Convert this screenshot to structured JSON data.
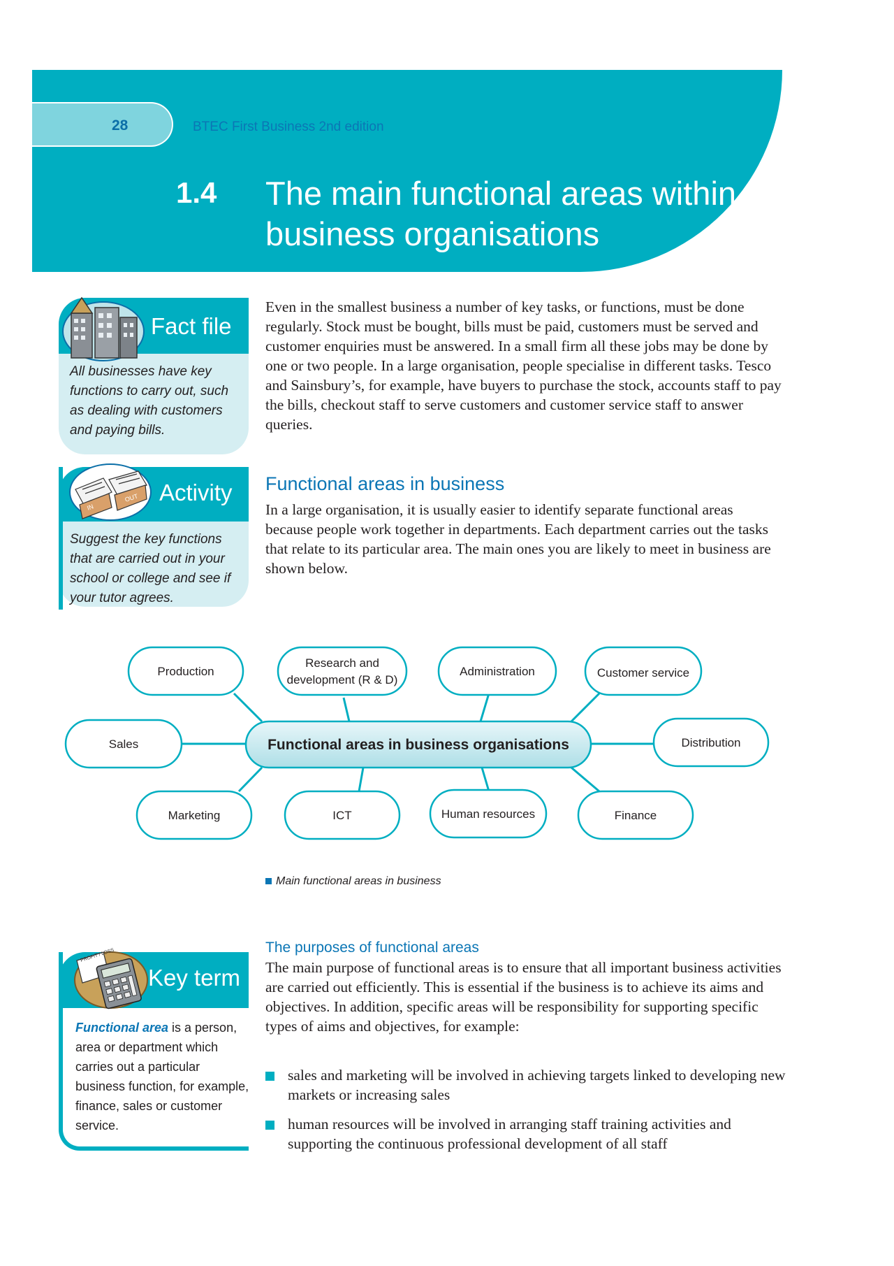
{
  "header": {
    "page_number": "28",
    "book_title": "BTEC First Business 2nd edition",
    "section_number": "1.4",
    "section_title": "The main functional areas within business organisations"
  },
  "fact_file": {
    "title": "Fact file",
    "icon": "office-buildings-icon",
    "text": "All businesses have key functions to carry out, such as dealing with customers and paying bills."
  },
  "activity": {
    "title": "Activity",
    "icon": "in-out-trays-icon",
    "tray_in": "IN",
    "tray_out": "OUT",
    "text": "Suggest the key functions that are carried out in your school or college and see if your tutor agrees."
  },
  "key_term": {
    "title": "Key term",
    "icon": "calculator-icon",
    "icon_label": "PROFIT / LOSS",
    "term": "Functional area",
    "definition": " is a person, area or department which carries out a particular business function, for example, finance, sales or customer service."
  },
  "intro": {
    "text": "Even in the smallest business a number of key tasks, or functions, must be done regularly. Stock must be bought, bills must be paid, customers must be served and customer enquiries must be answered. In a small firm all these jobs may be done by one or two people. In a large organisation, people specialise in different tasks. Tesco and Sainsbury’s, for example, have buyers to purchase the stock, accounts staff to pay the bills, checkout staff to serve customers and customer service staff to answer queries."
  },
  "functional_areas": {
    "heading": "Functional areas in business",
    "text": "In a large organisation, it is usually easier to identify separate functional areas because people work together in departments. Each department carries out the tasks that relate to its particular area. The main ones you are likely to meet in business are shown below."
  },
  "diagram": {
    "center": "Functional areas in business organisations",
    "nodes": {
      "production": "Production",
      "rnd_line1": "Research and",
      "rnd_line2": "development (R & D)",
      "administration": "Administration",
      "customer_service": "Customer service",
      "sales": "Sales",
      "distribution": "Distribution",
      "marketing": "Marketing",
      "ict": "ICT",
      "human_resources": "Human resources",
      "finance": "Finance"
    },
    "caption": "Main functional areas in business"
  },
  "purposes": {
    "heading": "The purposes of functional areas",
    "text": "The main purpose of functional areas is to ensure that all important business activities are carried out efficiently. This is essential if the business is to achieve its aims and objectives. In addition, specific areas will be responsibility for supporting specific types of aims and objectives, for example:",
    "bullets": [
      "sales and marketing will be involved in achieving targets linked to developing new markets or increasing sales",
      "human resources will be involved in arranging staff training activities and supporting the continuous professional development of all staff"
    ]
  },
  "colors": {
    "teal": "#00aec1",
    "light_teal": "#d5eef2",
    "blue": "#0b76b5"
  }
}
